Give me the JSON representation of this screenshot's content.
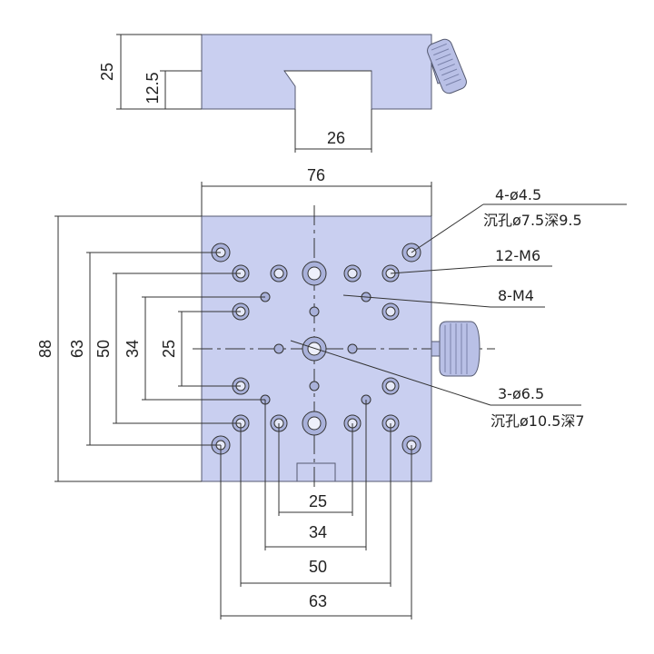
{
  "colors": {
    "plate_fill": "#c9cff0",
    "line": "#333333",
    "hole_fill": "#a9b1da",
    "knob_fill": "#b9c0e6"
  },
  "top_view": {
    "dims": {
      "height": "25",
      "step": "12.5",
      "slot_width": "26"
    }
  },
  "plan_view": {
    "dims": {
      "width": "76",
      "height": "88",
      "v63": "63",
      "v50": "50",
      "v34": "34",
      "v25": "25",
      "h25": "25",
      "h34": "34",
      "h50": "50",
      "h63": "63"
    },
    "callouts": {
      "c1_line1": "4-ø4.5",
      "c1_line2": "沉孔ø7.5深9.5",
      "c2": "12-M6",
      "c3": "8-M4",
      "c4_line1": "3-ø6.5",
      "c4_line2": "沉孔ø10.5深7"
    }
  }
}
